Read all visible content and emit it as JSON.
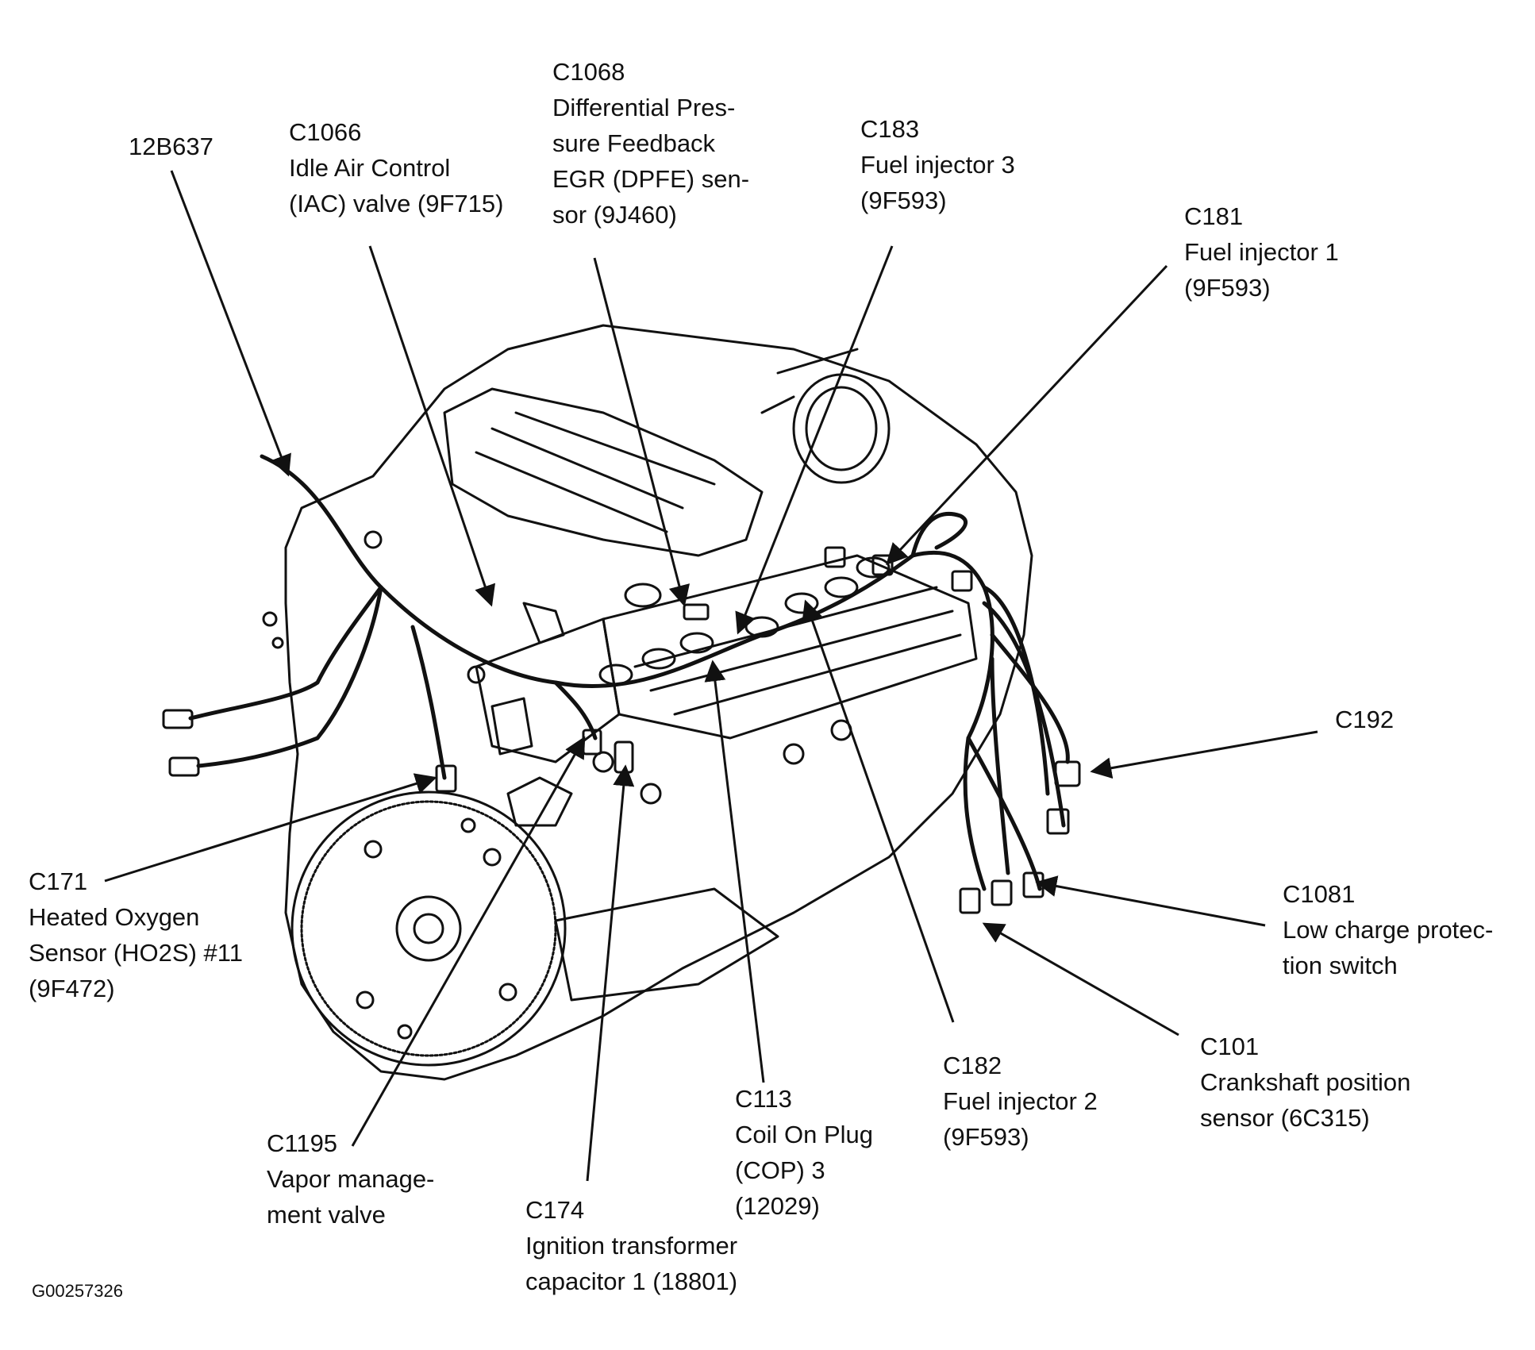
{
  "figure": {
    "id": "G00257326",
    "colors": {
      "line": "#111111",
      "background": "#ffffff"
    }
  },
  "callouts": {
    "c12b637": {
      "lines": [
        "12B637"
      ]
    },
    "c1066": {
      "lines": [
        "C1066",
        "Idle Air Control",
        "(IAC) valve (9F715)"
      ]
    },
    "c1068": {
      "lines": [
        "C1068",
        "Differential Pres-",
        "sure Feedback",
        "EGR (DPFE) sen-",
        "sor (9J460)"
      ]
    },
    "c183": {
      "lines": [
        "C183",
        "Fuel injector 3",
        "(9F593)"
      ]
    },
    "c181": {
      "lines": [
        "C181",
        "Fuel injector 1",
        "(9F593)"
      ]
    },
    "c192": {
      "lines": [
        "C192"
      ]
    },
    "c171": {
      "lines": [
        "C171",
        "Heated Oxygen",
        "Sensor (HO2S) #11",
        "(9F472)"
      ]
    },
    "c1081": {
      "lines": [
        "C1081",
        "Low charge protec-",
        "tion switch"
      ]
    },
    "c101": {
      "lines": [
        "C101",
        "Crankshaft position",
        "sensor (6C315)"
      ]
    },
    "c182": {
      "lines": [
        "C182",
        "Fuel injector 2",
        "(9F593)"
      ]
    },
    "c113": {
      "lines": [
        "C113",
        "Coil On Plug",
        "(COP) 3",
        "(12029)"
      ]
    },
    "c1195": {
      "lines": [
        "C1195",
        "Vapor manage-",
        "ment valve"
      ]
    },
    "c174": {
      "lines": [
        "C174",
        "Ignition transformer",
        "capacitor 1 (18801)"
      ]
    }
  }
}
